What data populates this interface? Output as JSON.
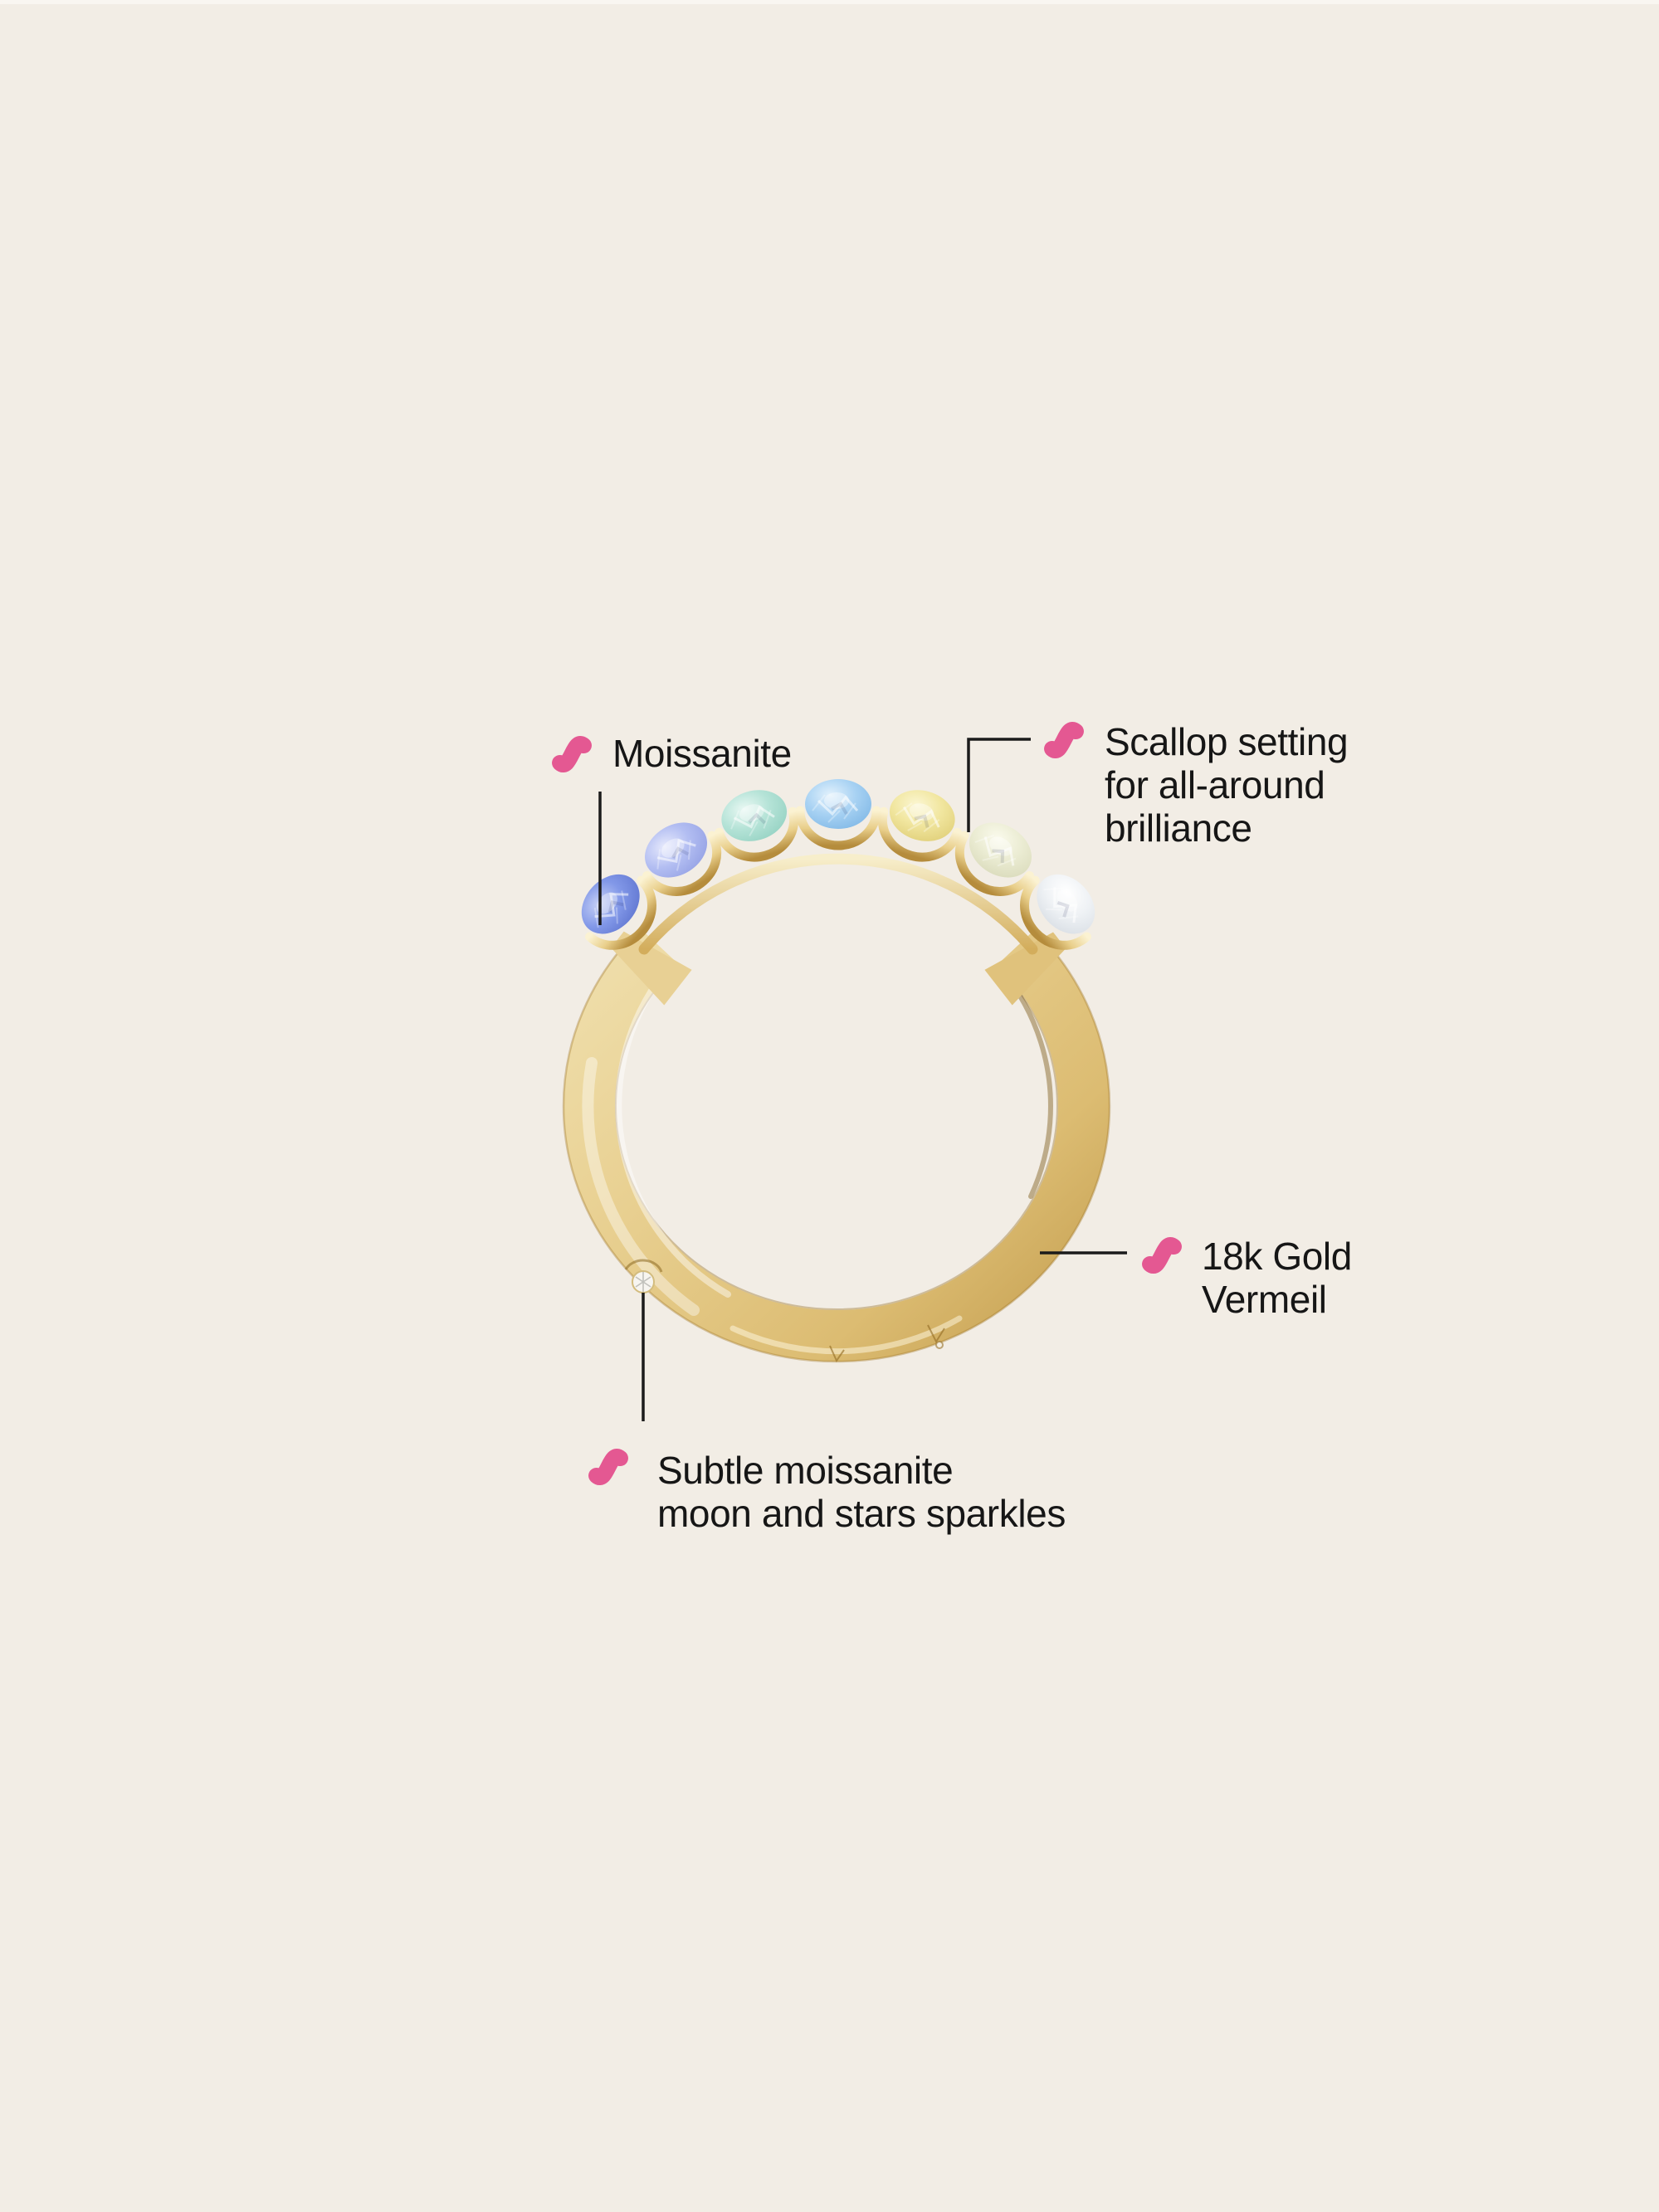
{
  "background": "#f2ede5",
  "colors": {
    "accent_pink": "#e45892",
    "callout_line": "#1b1b1b",
    "label_text": "#161616",
    "gold_light": "#f4e8c0",
    "gold_mid": "#e7cf8e",
    "gold_deep": "#c09a4a"
  },
  "ring": {
    "stones": [
      {
        "name": "periwinkle-blue",
        "color": "#8298e8"
      },
      {
        "name": "lavender",
        "color": "#b3bef2"
      },
      {
        "name": "mint-green",
        "color": "#b5e3d7"
      },
      {
        "name": "sky-blue",
        "color": "#a8d2f3"
      },
      {
        "name": "pale-yellow",
        "color": "#f1e69f"
      },
      {
        "name": "champagne",
        "color": "#ebecd3"
      },
      {
        "name": "clear-white",
        "color": "#eff2f5"
      }
    ]
  },
  "annotations": {
    "moissanite": {
      "icon": "squiggle-icon",
      "lines": [
        "Moissanite"
      ]
    },
    "scallop": {
      "icon": "squiggle-icon",
      "lines": [
        "Scallop setting",
        "for all-around",
        "brilliance"
      ]
    },
    "gold": {
      "icon": "squiggle-icon",
      "lines": [
        "18k Gold",
        "Vermeil"
      ]
    },
    "sparkles": {
      "icon": "squiggle-icon",
      "lines": [
        "Subtle moissanite",
        "moon and stars sparkles"
      ]
    }
  }
}
